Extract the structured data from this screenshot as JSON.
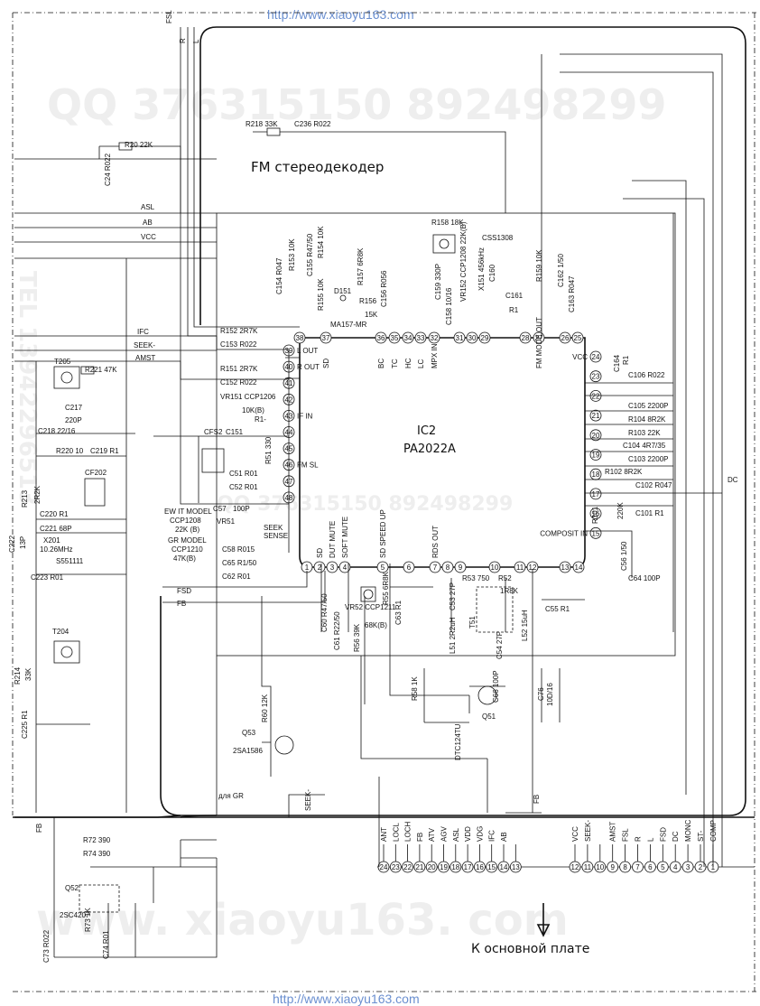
{
  "watermark": {
    "url_top": "http://www.xiaoyu163.com",
    "url_bottom": "http://www.xiaoyu163.com",
    "qq_top": "QQ 376315150  892498299",
    "qq_mid": "QQ 376315150  892498299",
    "site_bottom": "www. xiaoyu163. com",
    "side_left": "TEL 13942296513"
  },
  "titles": {
    "decoder": "FM стереодекодер",
    "ic_ref": "IC2",
    "ic_part": "PA2022A",
    "bottom_note": "К основной плате",
    "for_gr": "для GR"
  },
  "ic_left_pins": [
    {
      "num": "39",
      "name": "L OUT"
    },
    {
      "num": "40",
      "name": "R OUT"
    },
    {
      "num": "41",
      "name": ""
    },
    {
      "num": "42",
      "name": ""
    },
    {
      "num": "43",
      "name": "IF IN"
    },
    {
      "num": "44",
      "name": ""
    },
    {
      "num": "45",
      "name": ""
    },
    {
      "num": "46",
      "name": "FM SL"
    },
    {
      "num": "47",
      "name": ""
    },
    {
      "num": "48",
      "name": ""
    }
  ],
  "ic_top_pins": [
    {
      "num": "38",
      "name": ""
    },
    {
      "num": "37",
      "name": "SD"
    },
    {
      "num": "36",
      "name": "BC"
    },
    {
      "num": "35",
      "name": "TC"
    },
    {
      "num": "34",
      "name": "HC"
    },
    {
      "num": "33",
      "name": "LC"
    },
    {
      "num": "32",
      "name": "MPX IN"
    },
    {
      "num": "31",
      "name": ""
    },
    {
      "num": "30",
      "name": ""
    },
    {
      "num": "29",
      "name": ""
    },
    {
      "num": "28",
      "name": ""
    },
    {
      "num": "27",
      "name": "FM MODE OUT"
    },
    {
      "num": "26",
      "name": ""
    },
    {
      "num": "25",
      "name": ""
    }
  ],
  "ic_right_pins": [
    {
      "num": "24",
      "name": "VCC"
    },
    {
      "num": "23",
      "name": ""
    },
    {
      "num": "22",
      "name": ""
    },
    {
      "num": "21",
      "name": ""
    },
    {
      "num": "20",
      "name": ""
    },
    {
      "num": "19",
      "name": ""
    },
    {
      "num": "18",
      "name": ""
    },
    {
      "num": "17",
      "name": ""
    },
    {
      "num": "16",
      "name": ""
    },
    {
      "num": "15",
      "name": "COMPOSIT IN"
    }
  ],
  "ic_bottom_pins": [
    {
      "num": "1",
      "name": ""
    },
    {
      "num": "2",
      "name": "SD"
    },
    {
      "num": "3",
      "name": "DUT MUTE"
    },
    {
      "num": "4",
      "name": "SOFT MUTE"
    },
    {
      "num": "5",
      "name": "SD SPEED UP"
    },
    {
      "num": "6",
      "name": ""
    },
    {
      "num": "7",
      "name": "RDS OUT"
    },
    {
      "num": "8",
      "name": ""
    },
    {
      "num": "9",
      "name": ""
    },
    {
      "num": "10",
      "name": ""
    },
    {
      "num": "11",
      "name": ""
    },
    {
      "num": "12",
      "name": ""
    },
    {
      "num": "13",
      "name": ""
    },
    {
      "num": "14",
      "name": ""
    }
  ],
  "connector_left": [
    {
      "num": "24",
      "name": "ANT"
    },
    {
      "num": "23",
      "name": "LOCL"
    },
    {
      "num": "22",
      "name": "LOCH"
    },
    {
      "num": "21",
      "name": "FB"
    },
    {
      "num": "20",
      "name": "ATV"
    },
    {
      "num": "19",
      "name": "AGV"
    },
    {
      "num": "18",
      "name": "ASL"
    },
    {
      "num": "17",
      "name": "VDD"
    },
    {
      "num": "16",
      "name": "VDG"
    },
    {
      "num": "15",
      "name": "IFC"
    },
    {
      "num": "14",
      "name": "AB"
    },
    {
      "num": "13",
      "name": ""
    }
  ],
  "connector_right": [
    {
      "num": "12",
      "name": "VCC"
    },
    {
      "num": "11",
      "name": "SEEK-"
    },
    {
      "num": "10",
      "name": ""
    },
    {
      "num": "9",
      "name": "AMST"
    },
    {
      "num": "8",
      "name": "FSL"
    },
    {
      "num": "7",
      "name": "R"
    },
    {
      "num": "6",
      "name": "L"
    },
    {
      "num": "5",
      "name": "FSD"
    },
    {
      "num": "4",
      "name": "DC"
    },
    {
      "num": "3",
      "name": "MONC"
    },
    {
      "num": "2",
      "name": "ST-"
    },
    {
      "num": "1",
      "name": "COMP"
    }
  ],
  "signals": {
    "fsl": "FSL",
    "r": "R",
    "l": "L",
    "asl": "ASL",
    "ab": "AB",
    "vcc": "VCC",
    "ifc": "IFC",
    "seek": "SEEK-",
    "amst": "AMST",
    "fsd": "FSD",
    "fb": "FB",
    "fb2": "FB",
    "fb3": "FB",
    "seek2": "SEEK-",
    "dc": "DC"
  },
  "components": {
    "r218": "R218 33K",
    "c236": "C236 R022",
    "r20": "R20 22K",
    "c24": "C24 R022",
    "r158": "R158 18K",
    "css": "CSS1308",
    "c154": "C154 R047",
    "r153": "R153 10K",
    "c155": "C155 R47/50",
    "r154": "R154 10K",
    "r155": "R155 10K",
    "d151": "D151",
    "r157": "R157 6R8K",
    "c156": "C156 R056",
    "r156": "R156",
    "r156v": "15K",
    "ma157": "MA157-MR",
    "c159": "C159 330P",
    "vr152": "VR152 CCP1208 22K(B)",
    "c158": "C158 10/16",
    "x151": "X151 456kHz",
    "c160": "C160",
    "c161": "C161",
    "r1a": "R1",
    "r159": "R159 10K",
    "c162": "C162 1/50",
    "c163": "C163 R047",
    "r152": "R152 2R7K",
    "c153": "C153 R022",
    "r151": "R151 2R7K",
    "c152": "C152 R022",
    "vr151": "VR151 CCP1206",
    "vr151v": "10K(B)",
    "r1m": "R1-",
    "cfs2": "CFS2",
    "c151": "C151",
    "r51": "R51 330",
    "c51": "C51 R01",
    "c52": "C52 R01",
    "ew1": "EW IT MODEL",
    "ew2": "CCP1208",
    "ew3": "22K (B)",
    "gr1": "GR MODEL",
    "gr2": "CCP1210",
    "gr3": "47K(B)",
    "vr51": "VR51",
    "c57": "C57",
    "c57v": "100P",
    "seek_sense": "SEEK",
    "seek_sense2": "SENSE",
    "c58": "C58 R015",
    "c65": "C65 R1/50",
    "c62": "C62 R01",
    "c164": "C164",
    "c164v": "R1",
    "c106": "C106 R022",
    "c105": "C105 2200P",
    "r104": "R104 8R2K",
    "r103": "R103 22K",
    "c104": "C104 4R7/35",
    "c103": "C103 2200P",
    "r102": "R102 8R2K",
    "c102": "C102 R047",
    "r101": "R101",
    "r101v": "220K",
    "c101": "C101 R1",
    "c56": "C56 1/50",
    "c64": "C64 100P",
    "t205": "T205",
    "r221": "R221 47K",
    "c217": "C217",
    "c217v": "220P",
    "c218": "C218 22/16",
    "r220": "R220 10",
    "c219": "C219 R1",
    "cf202": "CF202",
    "r213": "R213",
    "r213v": "2R2K",
    "c220": "C220 R1",
    "c221": "C221 68P",
    "c222": "C222",
    "c222v": "13P",
    "x201": "X201",
    "x201v": "10.26MHz",
    "s551": "S551111",
    "c223": "C223 R01",
    "t204": "T204",
    "r214": "R214",
    "r214v": "33K",
    "c225": "C225 R1",
    "c60": "C60 R47/50",
    "c61": "C61 R22/50",
    "vr52": "VR52 CCP1211",
    "vr52v": "68K(B)",
    "r56": "R56 39K",
    "r55": "R55 6R8K",
    "c63": "C63 R1",
    "r53": "R53 750",
    "r52": "R52",
    "r52v": "1R8K",
    "c53": "C53 27P",
    "t51": "T51",
    "l51": "L51 2R2uH",
    "c54": "C54 27P",
    "l52": "L52 15uH",
    "c55": "C55 R1",
    "r58": "R58 1K",
    "c66": "C66 100P",
    "c76": "C76",
    "c76v": "10D/16",
    "q51": "Q51",
    "dtc": "DTC124TU",
    "r60": "R60 12K",
    "q53": "Q53",
    "q53v": "2SA1586",
    "r72": "R72 390",
    "r74": "R74 390",
    "q52": "Q52",
    "q52v": "2SC4207",
    "r73": "R73 1K",
    "c73": "C73 R022",
    "c74": "C74 R01"
  }
}
